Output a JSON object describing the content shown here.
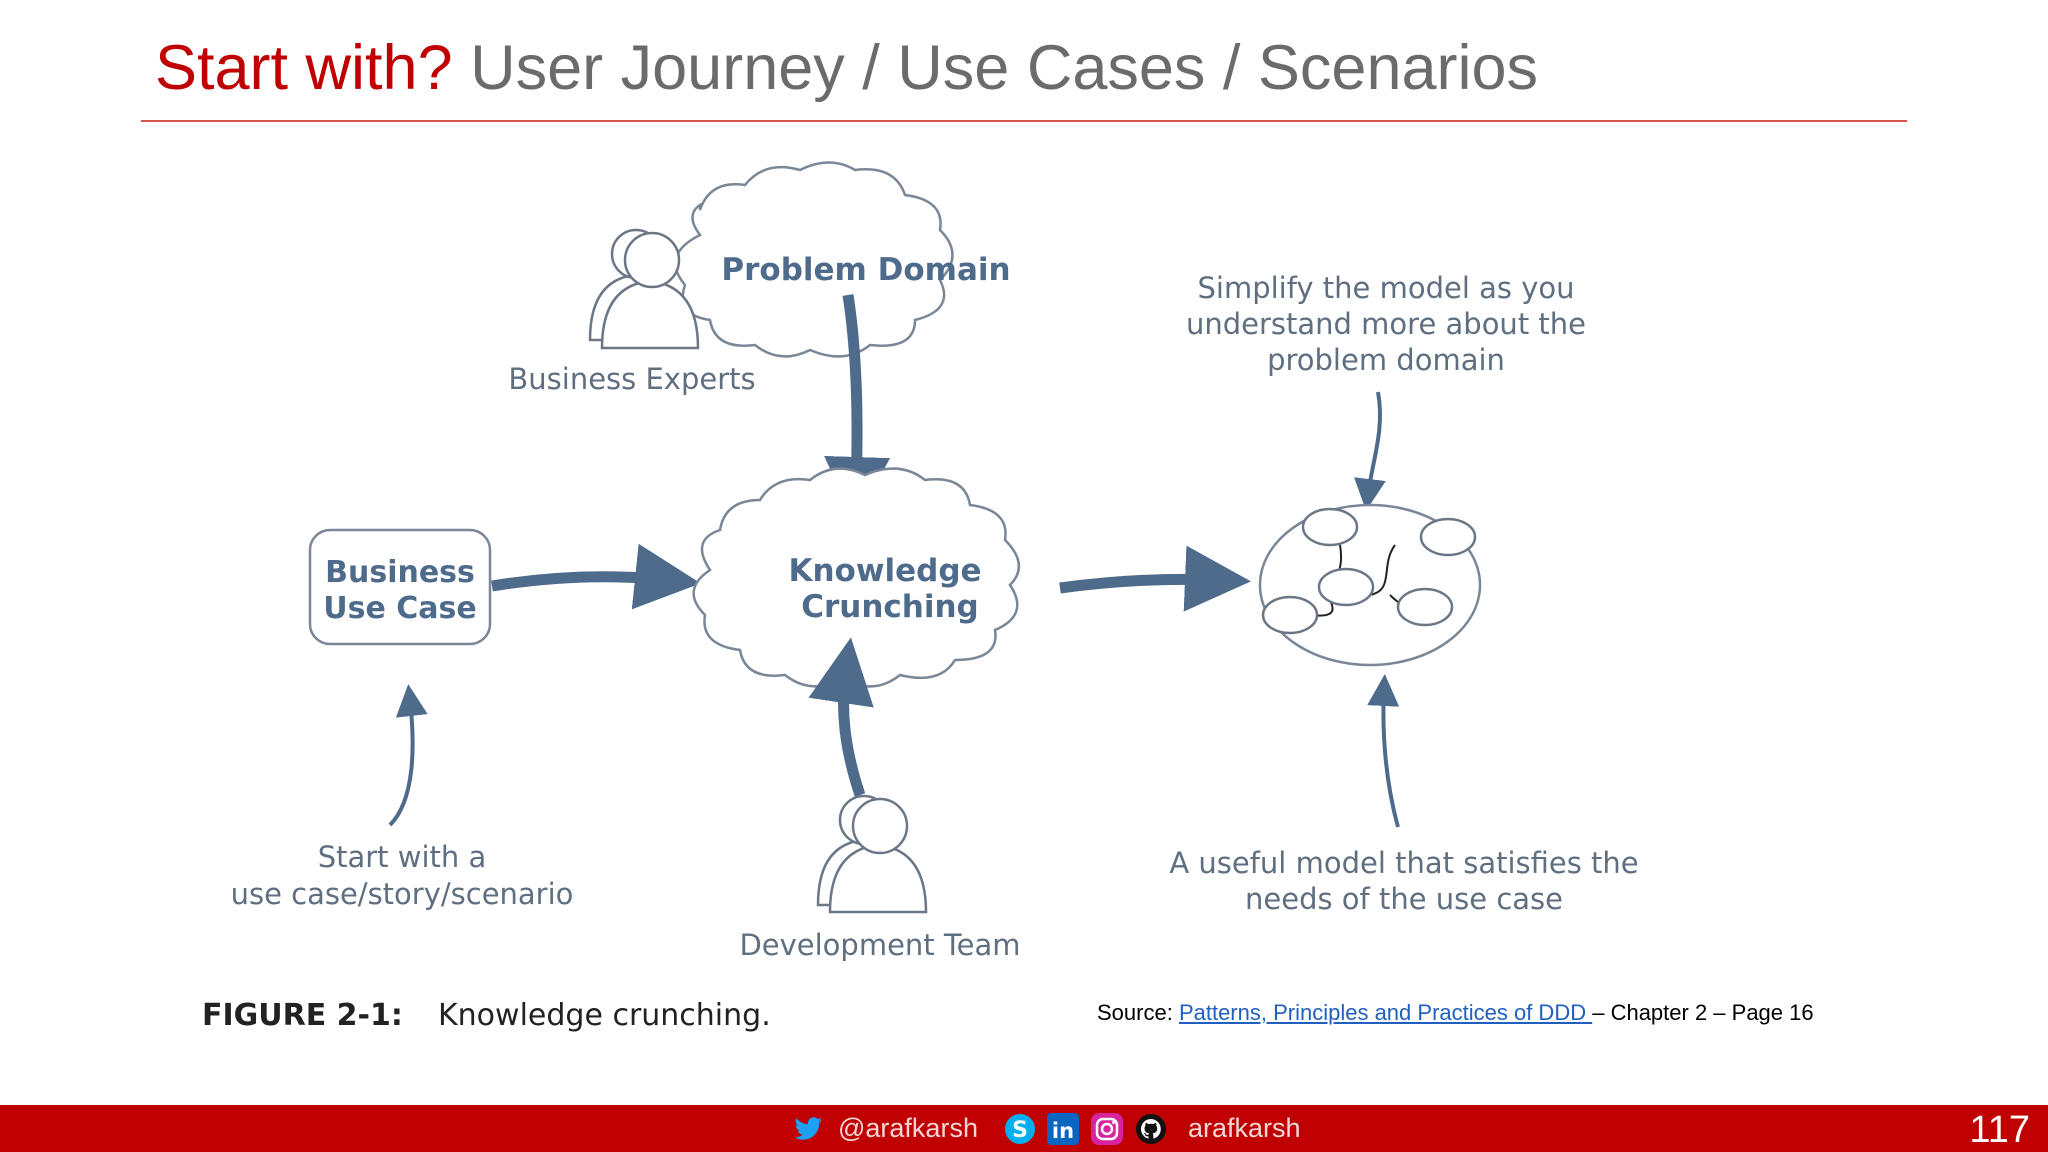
{
  "slide": {
    "title_accent": "Start with?",
    "title_rest": " User Journey / Use Cases / Scenarios",
    "page_number": "117"
  },
  "diagram": {
    "problem_domain": "Problem Domain",
    "business_experts": "Business Experts",
    "simplify_line1": "Simplify the model as you",
    "simplify_line2": "understand more about the",
    "simplify_line3": "problem domain",
    "business_use_case_line1": "Business",
    "business_use_case_line2": "Use Case",
    "knowledge_line1": "Knowledge",
    "knowledge_line2": "Crunching",
    "start_line1": "Start with a",
    "start_line2": "use case/story/scenario",
    "development_team": "Development Team",
    "useful_line1": "A useful model that satisfies the",
    "useful_line2": "needs of the use case",
    "figure_label": "FIGURE 2-1:",
    "figure_caption": "Knowledge crunching."
  },
  "source": {
    "prefix": "Source: ",
    "link_text": "Patterns, Principles and Practices of DDD ",
    "suffix": "– Chapter 2 – Page 16"
  },
  "footer": {
    "twitter_handle": "@arafkarsh",
    "social_handle": "arafkarsh"
  },
  "colors": {
    "accent": "#c00000",
    "diagram_blue": "#4e6b8c"
  }
}
